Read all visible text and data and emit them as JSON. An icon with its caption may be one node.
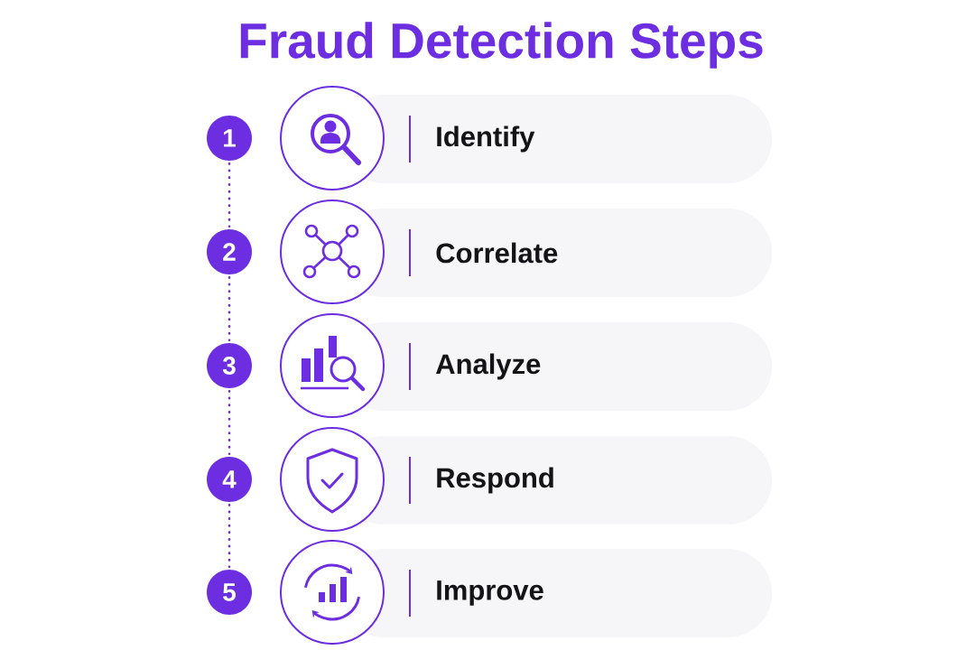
{
  "diagram": {
    "title": "Fraud Detection Steps",
    "nodes": [
      {
        "text": [
          "1"
        ]
      },
      {
        "text": [],
        "shape": "circle"
      },
      {
        "text": [
          "Identify"
        ]
      },
      {
        "text": [
          "2"
        ]
      },
      {
        "text": [],
        "shape": "circle"
      },
      {
        "text": [
          "Correlate"
        ]
      },
      {
        "text": [
          "3"
        ]
      },
      {
        "text": [],
        "shape": "circle"
      },
      {
        "text": [
          "Analyze"
        ]
      },
      {
        "text": [
          "4"
        ]
      },
      {
        "text": [],
        "shape": "circle"
      },
      {
        "text": [
          "Respond"
        ]
      },
      {
        "text": [
          "5"
        ]
      },
      {
        "text": [],
        "shape": "circle"
      },
      {
        "text": [
          "Improve"
        ]
      }
    ],
    "edges": [
      {
        "from": 0,
        "to": 3,
        "arrow": "none",
        "style": "dashed"
      },
      {
        "from": 3,
        "to": 6,
        "arrow": "none",
        "style": "dashed"
      },
      {
        "from": 6,
        "to": 9,
        "arrow": "none",
        "style": "dashed"
      },
      {
        "from": 9,
        "to": 12,
        "arrow": "none",
        "style": "dashed"
      }
    ]
  }
}
